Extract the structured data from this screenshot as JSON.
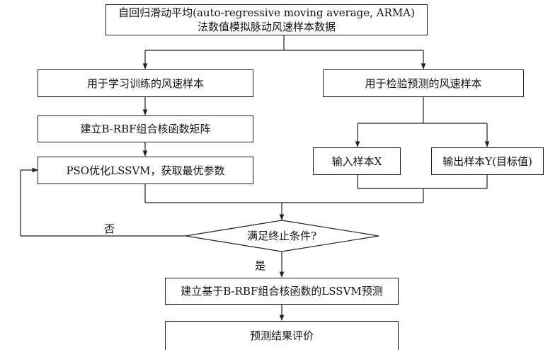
{
  "nodes": {
    "generate_line1": "自回归滑动平均(auto-regressive moving average, ARMA)",
    "generate_line2": "法数值模拟脉动风速样本数据",
    "train_samples": "用于学习训练的风速样本",
    "test_samples": "用于检验预测的风速样本",
    "build_kernel": "建立B-RBF组合核函数矩阵",
    "pso_optimize": "PSO优化LSSVM，获取最优参数",
    "input_samples": "输入样本X",
    "output_samples": "输出样本Y(目标值)",
    "condition": "满足终止条件?",
    "build_predict": "建立基于B-RBF组合核函数的LSSVM预测",
    "evaluate": "预测结果评价"
  },
  "edge_labels": {
    "no": "否",
    "yes": "是"
  }
}
